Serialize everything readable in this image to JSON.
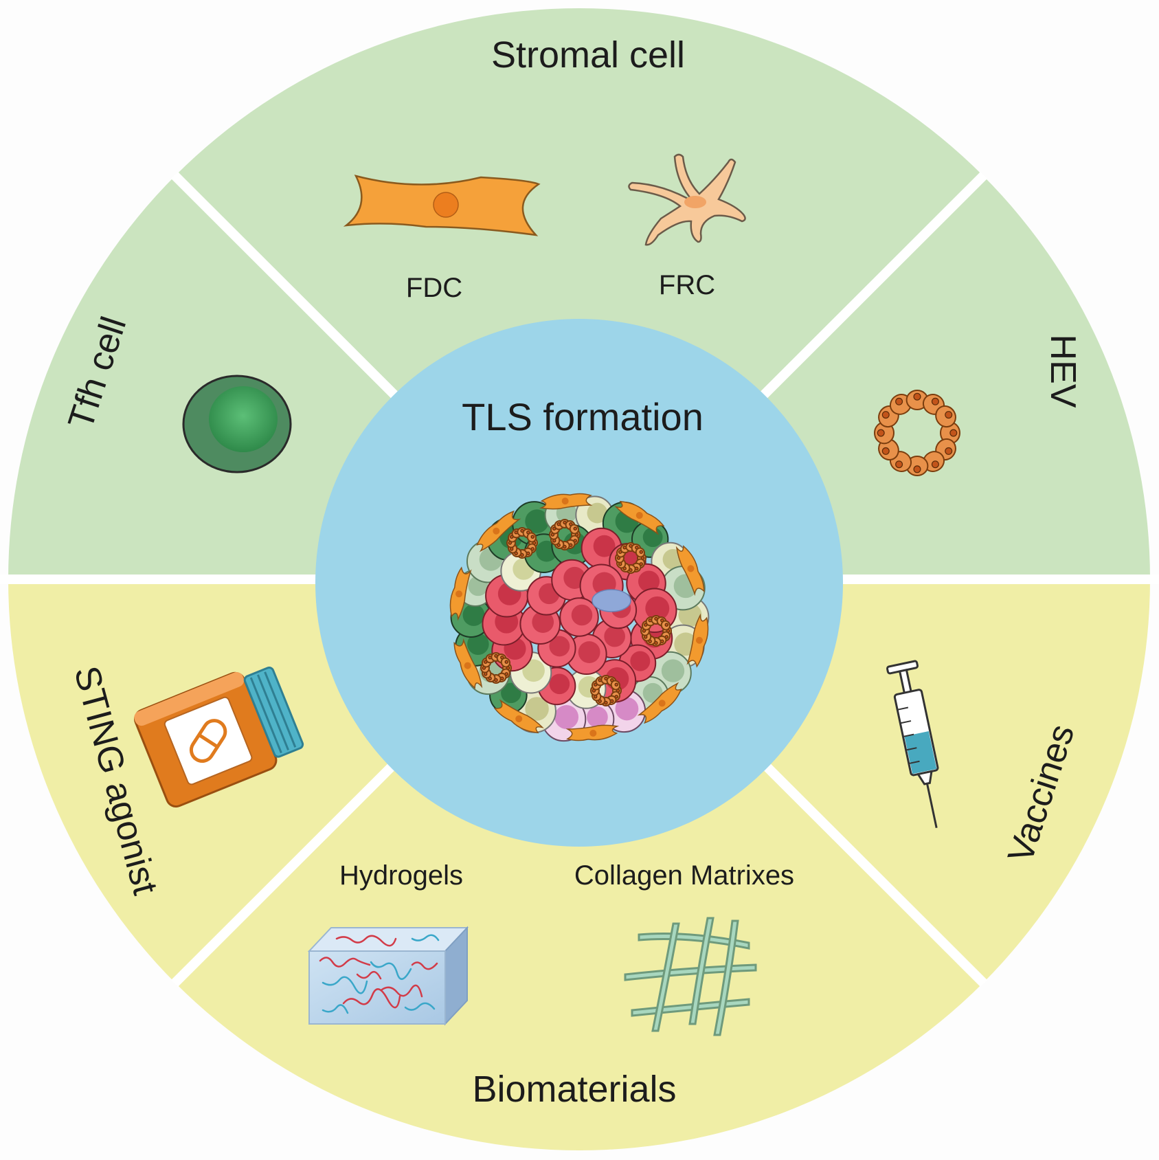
{
  "center": {
    "title": "TLS formation"
  },
  "sectors": {
    "stromal": {
      "title": "Stromal cell",
      "fdc_label": "FDC",
      "frc_label": "FRC"
    },
    "hev": {
      "title": "HEV"
    },
    "vaccines": {
      "title": "Vaccines"
    },
    "biomaterials": {
      "title": "Biomaterials",
      "hydrogels_label": "Hydrogels",
      "collagen_label": "Collagen Matrixes"
    },
    "sting": {
      "title": "STING agonist"
    },
    "tfh": {
      "title": "Tfh cell"
    }
  },
  "colors": {
    "top_half": "#cbe4bf",
    "bottom_half": "#f0eea6",
    "center": "#9dd5e9",
    "divider": "#ffffff",
    "fdc_orange": "#f5a13a",
    "frc_peach": "#f7c99a",
    "tfh_green": "#3f9b59",
    "bottle_orange": "#e07b1e",
    "cap_teal": "#4fb3c8"
  },
  "icons": [
    "fdc-cell-icon",
    "frc-cell-icon",
    "hev-vessel-icon",
    "syringe-icon",
    "hydrogel-icon",
    "collagen-matrix-icon",
    "pill-bottle-icon",
    "tfh-cell-icon",
    "tls-cluster-icon"
  ]
}
